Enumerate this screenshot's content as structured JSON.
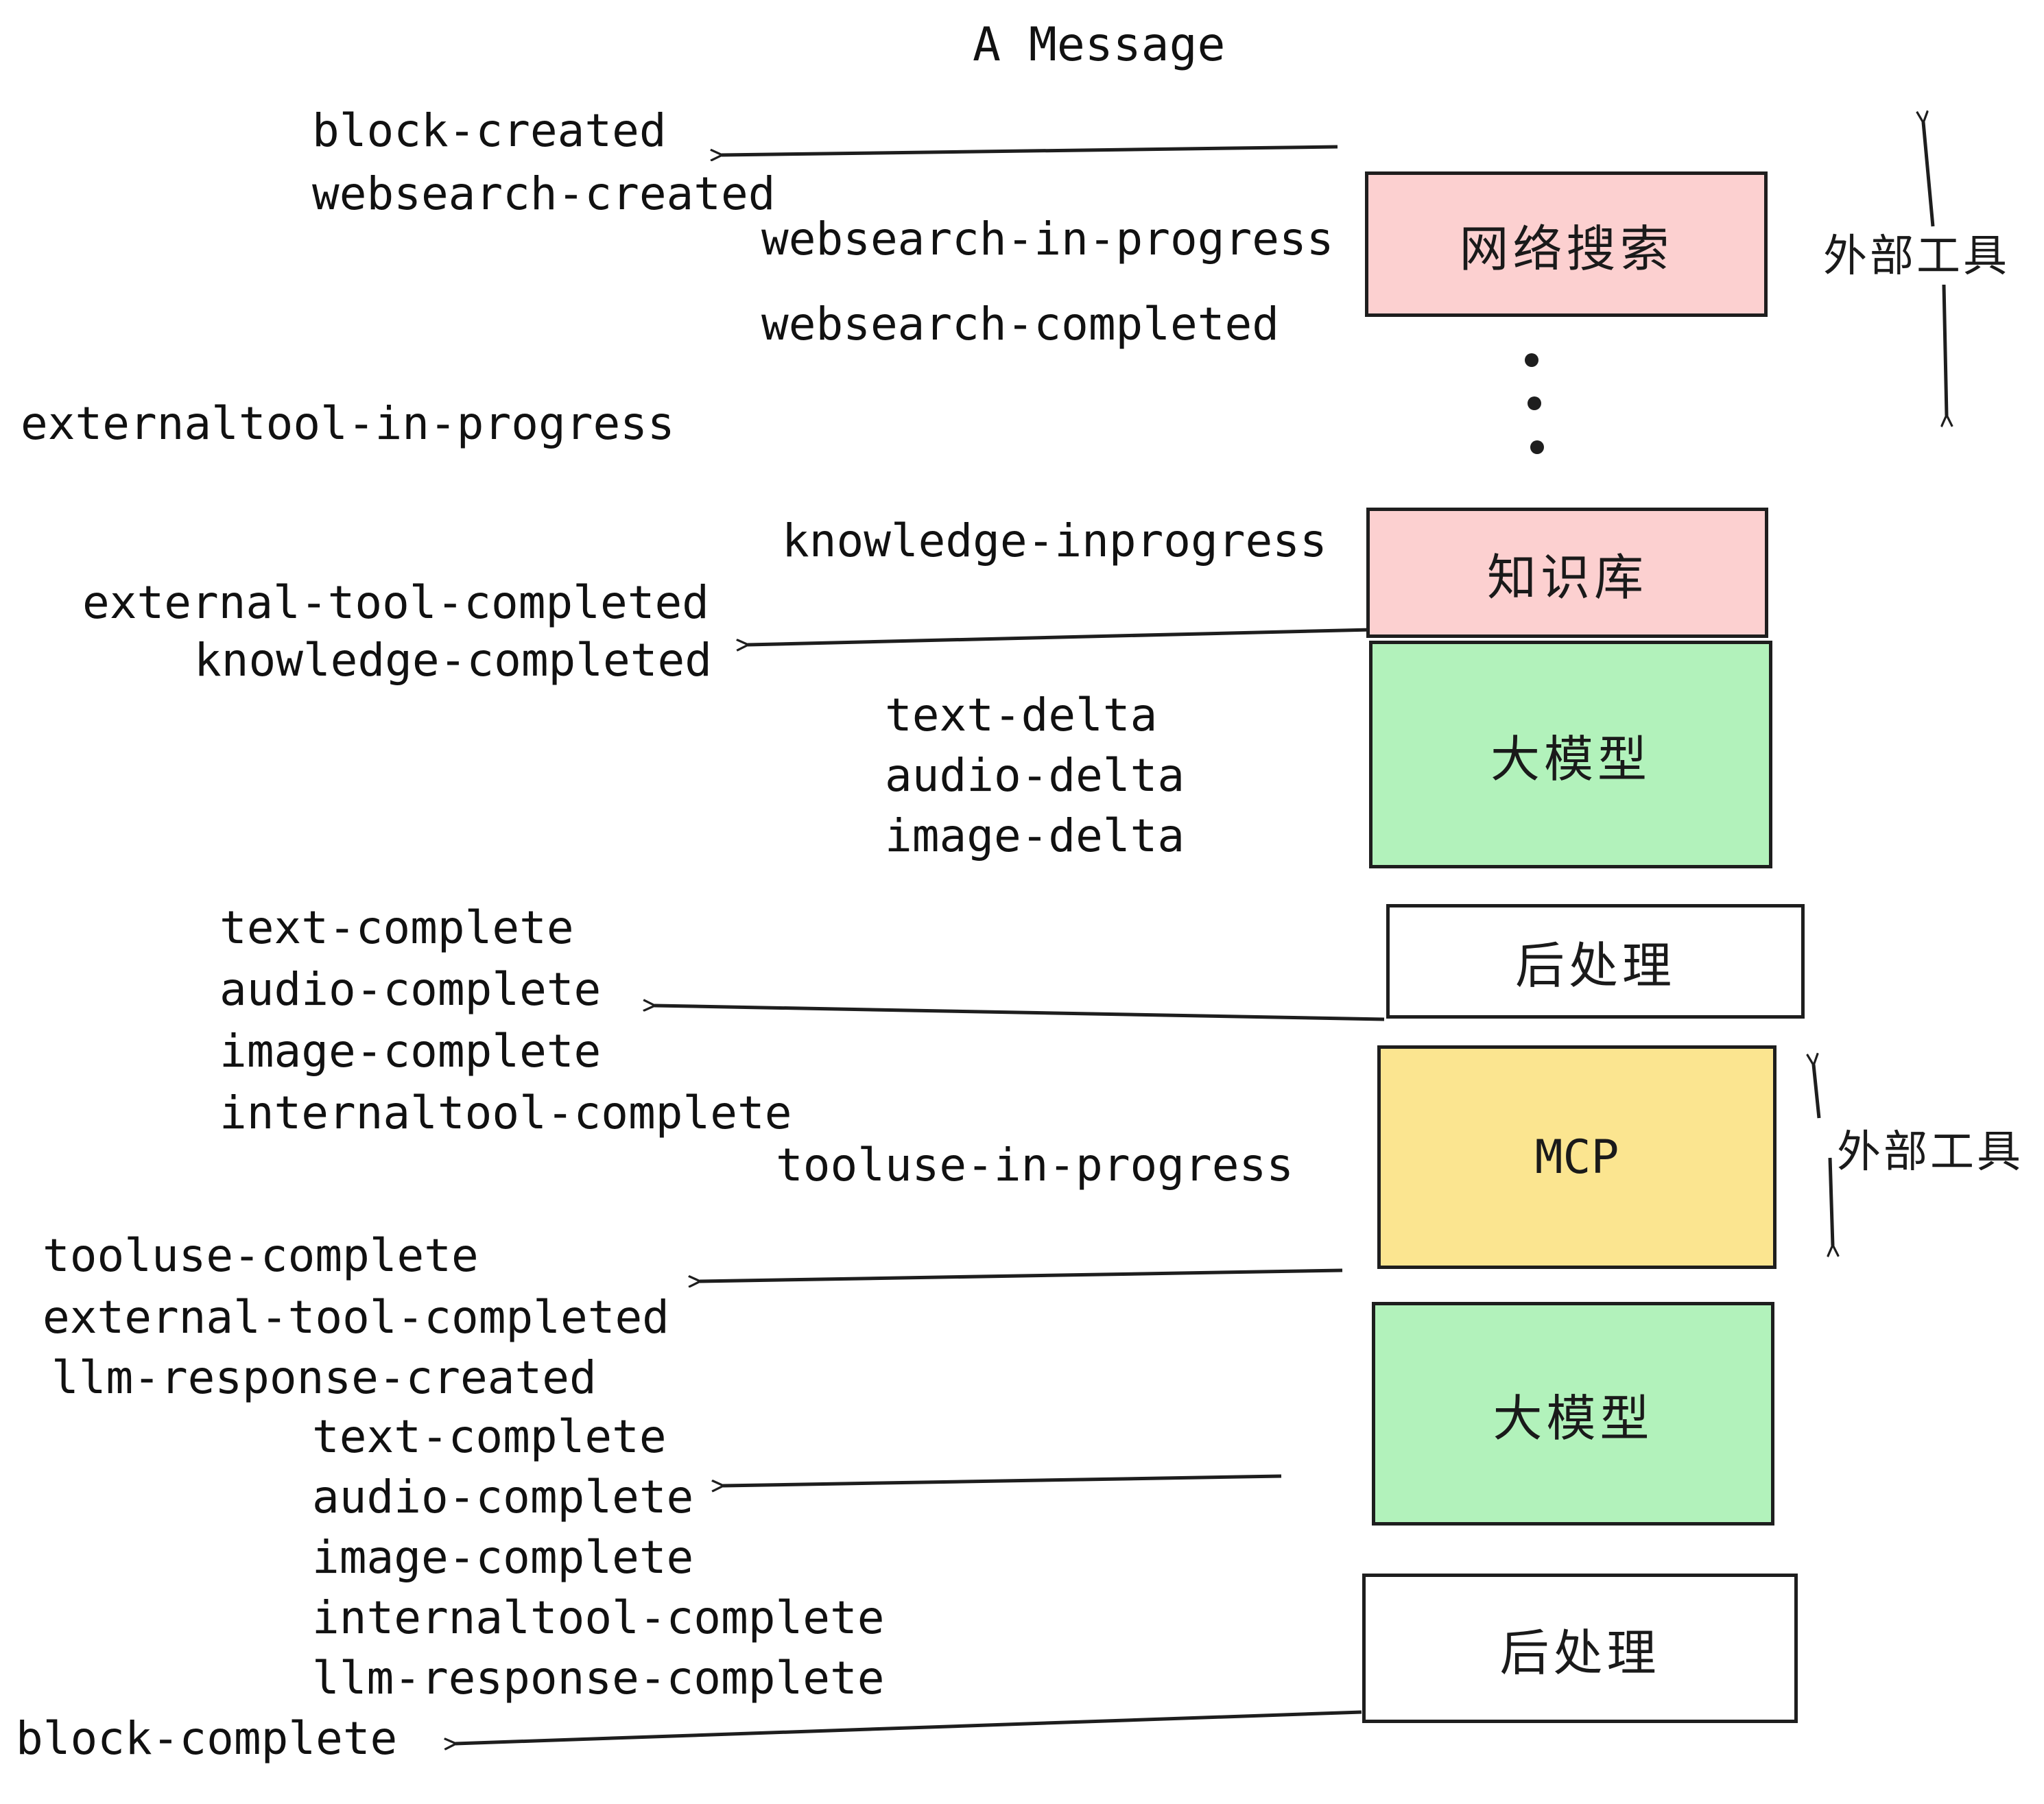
{
  "title": "A Message",
  "colors": {
    "box_pink": "#fcd0d0",
    "box_green": "#b2f2bb",
    "box_yellow": "#fbe590",
    "box_white": "#ffffff",
    "stroke": "#1e1e1e"
  },
  "boxes": [
    {
      "id": "websearch",
      "label": "网络搜索",
      "color": "pink"
    },
    {
      "id": "knowledge",
      "label": "知识库",
      "color": "pink"
    },
    {
      "id": "llm-1",
      "label": "大模型",
      "color": "green"
    },
    {
      "id": "postprocess-1",
      "label": "后处理",
      "color": "white"
    },
    {
      "id": "mcp",
      "label": "MCP",
      "color": "yellow"
    },
    {
      "id": "llm-2",
      "label": "大模型",
      "color": "green"
    },
    {
      "id": "postprocess-2",
      "label": "后处理",
      "color": "white"
    }
  ],
  "side_labels": [
    {
      "label": "外部工具"
    },
    {
      "label": "外部工具"
    }
  ],
  "events": [
    {
      "label": "block-created"
    },
    {
      "label": "websearch-created"
    },
    {
      "label": "websearch-in-progress"
    },
    {
      "label": "websearch-completed"
    },
    {
      "label": "externaltool-in-progress"
    },
    {
      "label": "knowledge-inprogress"
    },
    {
      "label": "external-tool-completed"
    },
    {
      "label": "knowledge-completed"
    },
    {
      "label": "text-delta"
    },
    {
      "label": "audio-delta"
    },
    {
      "label": "image-delta"
    },
    {
      "label": "text-complete"
    },
    {
      "label": "audio-complete"
    },
    {
      "label": "image-complete"
    },
    {
      "label": "internaltool-complete"
    },
    {
      "label": "tooluse-in-progress"
    },
    {
      "label": "tooluse-complete"
    },
    {
      "label": "external-tool-completed"
    },
    {
      "label": "llm-response-created"
    },
    {
      "label": "text-complete"
    },
    {
      "label": "audio-complete"
    },
    {
      "label": "image-complete"
    },
    {
      "label": "internaltool-complete"
    },
    {
      "label": "llm-response-complete"
    },
    {
      "label": "block-complete"
    }
  ]
}
